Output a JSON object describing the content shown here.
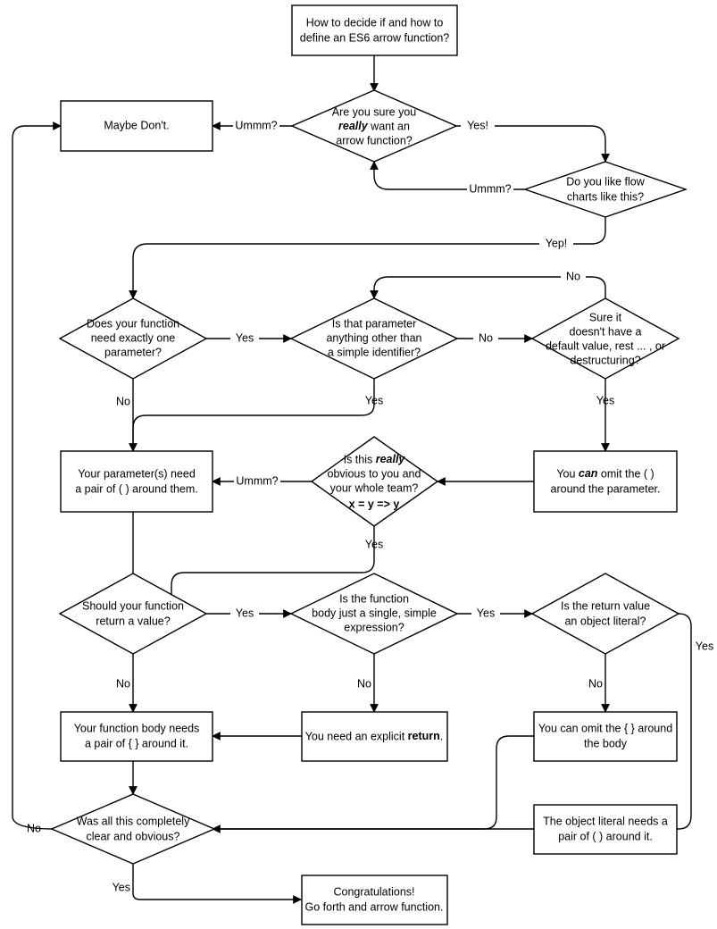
{
  "diagram": {
    "title": "ES6 arrow function decision flowchart",
    "colors": {
      "background": "#ffffff",
      "stroke": "#000000",
      "fill": "#ffffff",
      "text": "#000000"
    },
    "nodes": {
      "start": {
        "type": "process",
        "lines": [
          "How to decide if and how to",
          "define an ES6 arrow function?"
        ]
      },
      "maybe_dont": {
        "type": "process",
        "lines": [
          "Maybe Don't."
        ]
      },
      "sure_want": {
        "type": "decision",
        "lines": [
          "Are you sure you",
          "really want an",
          "arrow function?"
        ],
        "emphasis_line": 1,
        "emphasis_word": "really"
      },
      "like_flowcharts": {
        "type": "decision",
        "lines": [
          "Do you like flow",
          "charts like this?"
        ]
      },
      "exactly_one_param": {
        "type": "decision",
        "lines": [
          "Does your function",
          "need exactly one",
          "parameter?"
        ]
      },
      "simple_identifier": {
        "type": "decision",
        "lines": [
          "Is that parameter",
          "anything other than",
          "a simple identifier?"
        ]
      },
      "sure_no_default": {
        "type": "decision",
        "lines": [
          "Sure it",
          "doesn't have a",
          "default value, rest ... , or",
          "destructuring?"
        ]
      },
      "params_need_parens": {
        "type": "process",
        "lines": [
          "Your parameter(s) need",
          "a pair of ( ) around them."
        ]
      },
      "really_obvious": {
        "type": "decision",
        "lines": [
          "Is this really",
          "obvious to you and",
          "your whole team?",
          "x = y => y"
        ],
        "emphasis_word": "really",
        "code_line": "x = y => y"
      },
      "can_omit_parens": {
        "type": "process",
        "lines": [
          "You can omit the ( )",
          "around the parameter."
        ],
        "emphasis_word": "can"
      },
      "should_return": {
        "type": "decision",
        "lines": [
          "Should your function",
          "return a value?"
        ]
      },
      "single_expression": {
        "type": "decision",
        "lines": [
          "Is the function",
          "body just a single, simple",
          "expression?"
        ]
      },
      "object_literal": {
        "type": "decision",
        "lines": [
          "Is the return value",
          "an object literal?"
        ]
      },
      "body_needs_braces": {
        "type": "process",
        "lines": [
          "Your function body needs",
          "a pair of { } around it."
        ]
      },
      "explicit_return": {
        "type": "process",
        "lines": [
          "You need an explicit return."
        ],
        "emphasis_word": "return"
      },
      "omit_braces": {
        "type": "process",
        "lines": [
          "You can omit the { } around",
          "the body"
        ]
      },
      "object_needs_parens": {
        "type": "process",
        "lines": [
          "The object literal needs a",
          "pair of ( ) around it."
        ]
      },
      "clear_and_obvious": {
        "type": "decision",
        "lines": [
          "Was all this completely",
          "clear and obvious?"
        ]
      },
      "congratulations": {
        "type": "process",
        "lines": [
          "Congratulations!",
          "Go forth and arrow function."
        ]
      }
    },
    "edge_labels": {
      "sure_want_no": "Ummm?",
      "sure_want_yes": "Yes!",
      "flowcharts_no": "Ummm?",
      "flowcharts_yes": "Yep!",
      "exactly_one_yes": "Yes",
      "exactly_one_no": "No",
      "simple_identifier_no": "No",
      "simple_identifier_yes": "Yes",
      "sure_no_default_yes": "Yes",
      "sure_no_default_no": "No",
      "really_obvious_ummm": "Ummm?",
      "really_obvious_yes": "Yes",
      "should_return_yes": "Yes",
      "should_return_no": "No",
      "single_expression_yes": "Yes",
      "single_expression_no": "No",
      "object_literal_yes": "Yes",
      "object_literal_no": "No",
      "clear_no": "No",
      "clear_yes": "Yes"
    }
  }
}
